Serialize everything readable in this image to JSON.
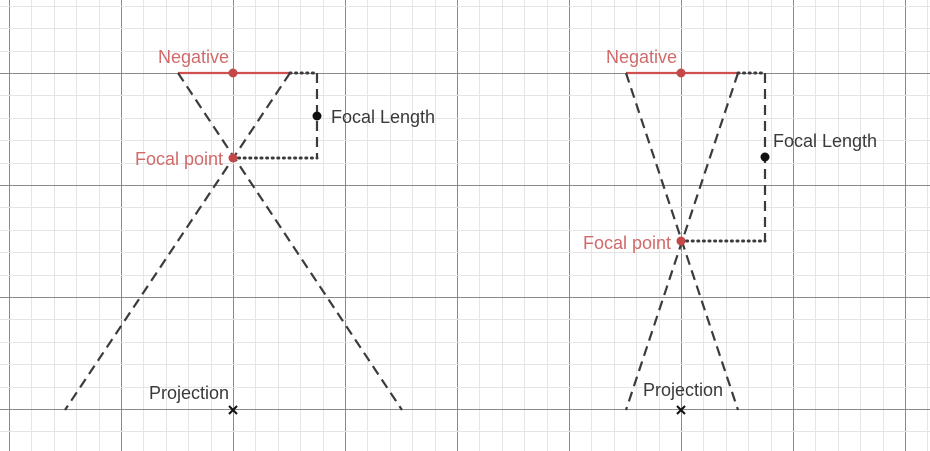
{
  "colors": {
    "negative": "#d05050",
    "focal_point": "#c44848",
    "label_red": "#d16a6a",
    "construction": "#3b3b3b",
    "grid_minor": "#e4e4e4",
    "grid_major": "#8a8a8a"
  },
  "diagrams": [
    {
      "negative_label": "Negative",
      "focal_point_label": "Focal point",
      "focal_length_label": "Focal Length",
      "projection_label": "Projection"
    },
    {
      "negative_label": "Negative",
      "focal_point_label": "Focal point",
      "focal_length_label": "Focal Length",
      "projection_label": "Projection"
    }
  ]
}
